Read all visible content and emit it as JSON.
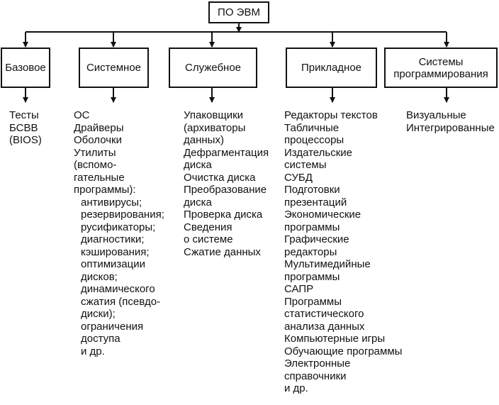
{
  "root": {
    "label": "ПО ЭВМ"
  },
  "categories": [
    {
      "id": "base",
      "label": "Базовое",
      "items": [
        {
          "text": "Тесты"
        },
        {
          "text": "БСВВ"
        },
        {
          "text": "(BIOS)"
        }
      ]
    },
    {
      "id": "system",
      "label": "Системное",
      "items": [
        {
          "text": "ОС"
        },
        {
          "text": "Драйверы"
        },
        {
          "text": "Оболочки"
        },
        {
          "text": "Утилиты"
        },
        {
          "text": "(вспомо-"
        },
        {
          "text": "гательные"
        },
        {
          "text": "программы):"
        },
        {
          "text": "антивирусы;",
          "indent": true
        },
        {
          "text": "резервирования;",
          "indent": true
        },
        {
          "text": "русификаторы;",
          "indent": true
        },
        {
          "text": "диагностики;",
          "indent": true
        },
        {
          "text": "кэширования;",
          "indent": true
        },
        {
          "text": "оптимизации",
          "indent": true
        },
        {
          "text": "дисков;",
          "indent": true
        },
        {
          "text": "динамического",
          "indent": true
        },
        {
          "text": "сжатия (псевдо-",
          "indent": true
        },
        {
          "text": "диски);",
          "indent": true
        },
        {
          "text": "ограничения",
          "indent": true
        },
        {
          "text": "доступа",
          "indent": true
        },
        {
          "text": "и др.",
          "indent": true
        }
      ]
    },
    {
      "id": "service",
      "label": "Служебное",
      "items": [
        {
          "text": "Упаковщики"
        },
        {
          "text": "(архиваторы"
        },
        {
          "text": "данных)"
        },
        {
          "text": "Дефрагментация"
        },
        {
          "text": "диска"
        },
        {
          "text": "Очистка диска"
        },
        {
          "text": "Преобразование"
        },
        {
          "text": "диска"
        },
        {
          "text": "Проверка диска"
        },
        {
          "text": "Сведения"
        },
        {
          "text": "о системе"
        },
        {
          "text": "Сжатие данных"
        }
      ]
    },
    {
      "id": "applied",
      "label": "Прикладное",
      "items": [
        {
          "text": "Редакторы текстов"
        },
        {
          "text": "Табличные"
        },
        {
          "text": "процессоры"
        },
        {
          "text": "Издательские"
        },
        {
          "text": "системы"
        },
        {
          "text": "СУБД"
        },
        {
          "text": "Подготовки"
        },
        {
          "text": "презентаций"
        },
        {
          "text": "Экономические"
        },
        {
          "text": "программы"
        },
        {
          "text": "Графические"
        },
        {
          "text": "редакторы"
        },
        {
          "text": "Мультимедийные"
        },
        {
          "text": "программы"
        },
        {
          "text": "САПР"
        },
        {
          "text": "Программы"
        },
        {
          "text": "статистического"
        },
        {
          "text": "анализа данных"
        },
        {
          "text": "Компьютерные игры"
        },
        {
          "text": "Обучающие программы"
        },
        {
          "text": "Электронные"
        },
        {
          "text": "справочники"
        },
        {
          "text": "и др."
        }
      ]
    },
    {
      "id": "programming",
      "label_lines": [
        "Системы",
        "программирования"
      ],
      "items": [
        {
          "text": "Визуальные"
        },
        {
          "text": "Интегрированные"
        }
      ]
    }
  ]
}
